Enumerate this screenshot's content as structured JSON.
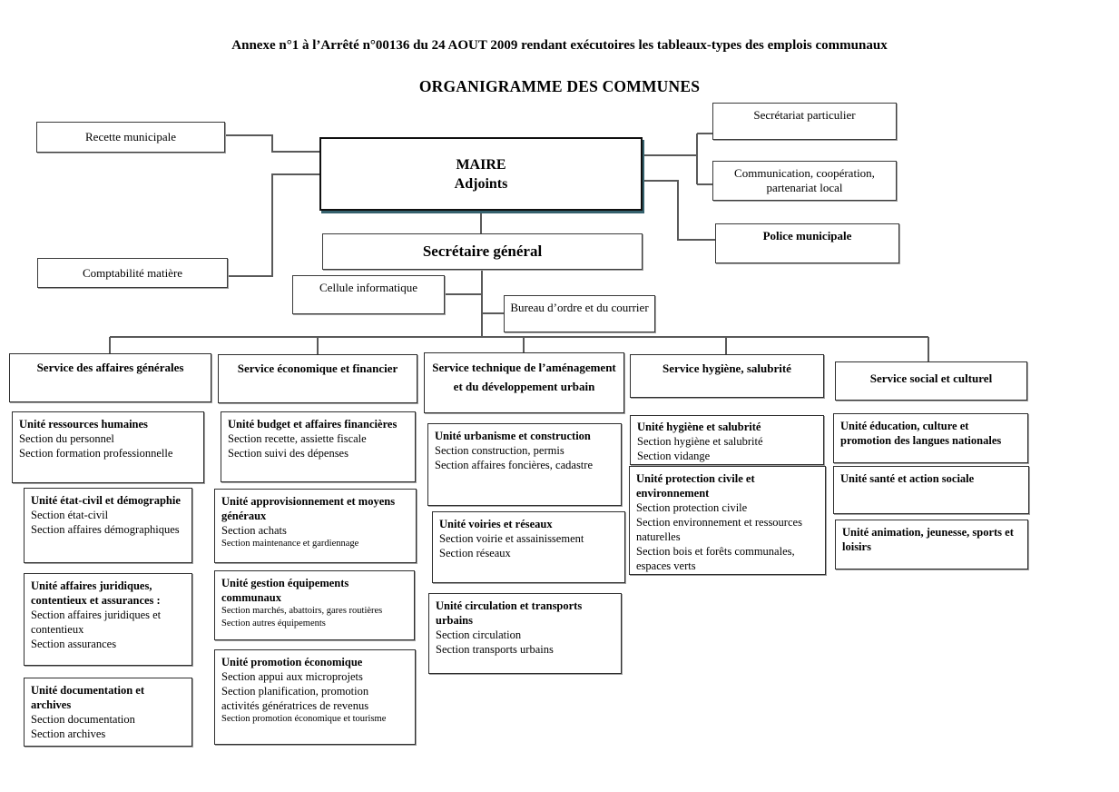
{
  "page": {
    "annex_title": "Annexe n°1 à l’Arrêté n°00136 du 24 AOUT 2009 rendant exécutoires les tableaux-types des emplois communaux",
    "chart_title": "ORGANIGRAMME DES COMMUNES"
  },
  "top": {
    "recette": "Recette municipale",
    "comptabilite": "Comptabilité matière",
    "maire_line1": "MAIRE",
    "maire_line2": "Adjoints",
    "secretariat_particulier": "Secrétariat particulier",
    "communication": "Communication, coopération, partenariat local",
    "police": "Police municipale",
    "secretaire_general": "Secrétaire général",
    "cellule_informatique": "Cellule informatique",
    "bureau_ordre": "Bureau d’ordre et du courrier"
  },
  "columns": [
    {
      "service": "Service des affaires générales",
      "units": [
        {
          "title": "Unité ressources humaines",
          "sections": [
            "Section du personnel",
            "Section formation professionnelle"
          ]
        },
        {
          "title": "Unité état-civil et démographie",
          "sections": [
            "Section état-civil",
            "Section affaires démographiques"
          ]
        },
        {
          "title": "Unité affaires juridiques, contentieux et assurances :",
          "sections": [
            "Section affaires juridiques et contentieux",
            "Section assurances"
          ]
        },
        {
          "title": "Unité documentation et archives",
          "sections": [
            "Section documentation",
            "Section archives"
          ]
        }
      ]
    },
    {
      "service": "Service économique et financier",
      "units": [
        {
          "title": "Unité budget et affaires financières",
          "sections": [
            "Section recette, assiette fiscale",
            "Section suivi des dépenses"
          ]
        },
        {
          "title": "Unité approvisionnement et moyens généraux",
          "sections": [
            "Section achats",
            "Section maintenance et gardiennage"
          ]
        },
        {
          "title": "Unité gestion équipements communaux",
          "sections": [
            "Section marchés, abattoirs, gares routières",
            "Section autres équipements"
          ]
        },
        {
          "title": "Unité promotion économique",
          "sections": [
            "Section appui aux microprojets",
            "Section planification, promotion activités génératrices de revenus",
            "Section promotion économique et tourisme"
          ]
        }
      ]
    },
    {
      "service": "Service technique de l’aménagement et du développement urbain",
      "units": [
        {
          "title": "Unité urbanisme et construction",
          "sections": [
            "Section construction, permis",
            "Section affaires foncières, cadastre"
          ]
        },
        {
          "title": "Unité voiries et réseaux",
          "sections": [
            "Section voirie et assainissement",
            "Section réseaux"
          ]
        },
        {
          "title": "Unité circulation et transports urbains",
          "sections": [
            "Section circulation",
            "Section transports urbains"
          ]
        }
      ]
    },
    {
      "service": "Service hygiène, salubrité",
      "units": [
        {
          "title": "Unité hygiène et salubrité",
          "sections": [
            "Section hygiène et salubrité",
            "Section vidange"
          ]
        },
        {
          "title": "Unité protection civile et environnement",
          "sections": [
            "Section protection civile",
            "Section environnement et ressources naturelles",
            "Section bois et forêts communales, espaces verts"
          ]
        }
      ]
    },
    {
      "service": "Service social et culturel",
      "units": [
        {
          "title": "Unité éducation, culture et promotion des langues nationales",
          "sections": []
        },
        {
          "title": "Unité santé et action sociale",
          "sections": []
        },
        {
          "title": "Unité animation, jeunesse, sports et loisirs",
          "sections": []
        }
      ]
    }
  ]
}
